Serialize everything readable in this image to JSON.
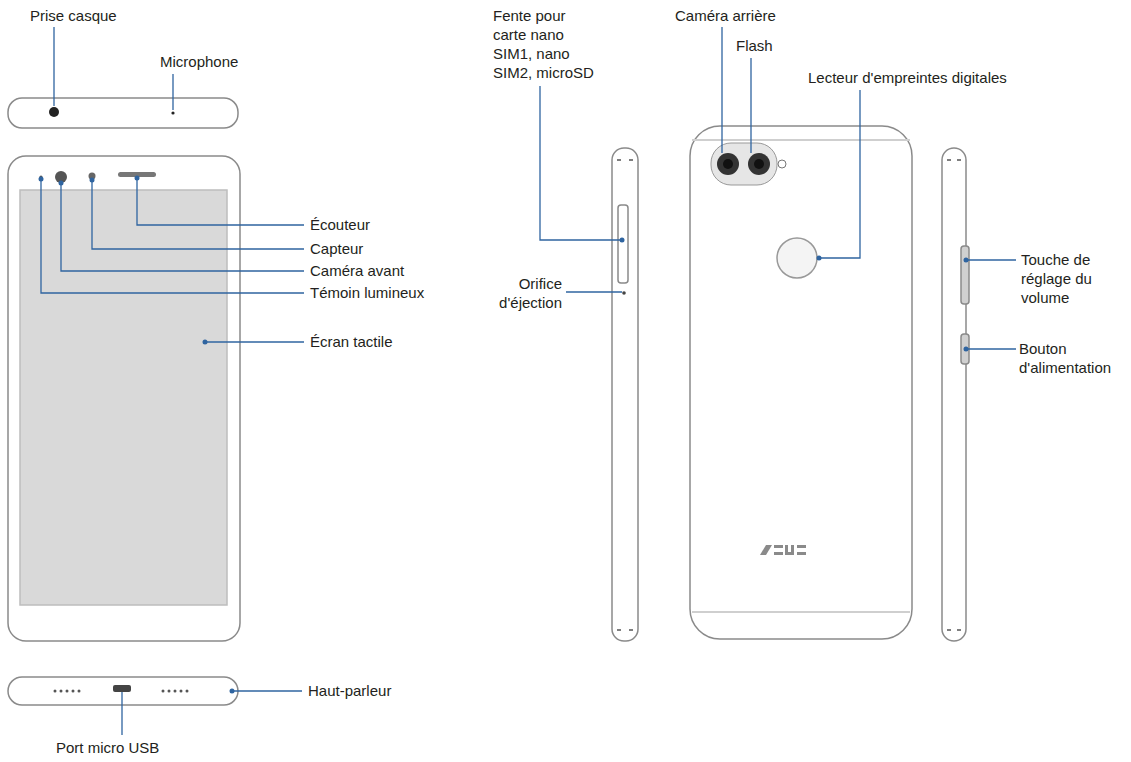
{
  "diagram": {
    "labels": [
      "Prise casque",
      "Microphone",
      "Écouteur",
      "Capteur",
      "Caméra avant",
      "Témoin lumineux",
      "Écran tactile",
      "Haut-parleur",
      "Port micro USB",
      "Fente pour carte nano SIM1, nano SIM2, microSD",
      "Orifice d'éjection",
      "Caméra arrière",
      "Flash",
      "Lecteur d'empreintes digitales",
      "Touche de réglage du volume",
      "Bouton d'alimentation"
    ]
  }
}
